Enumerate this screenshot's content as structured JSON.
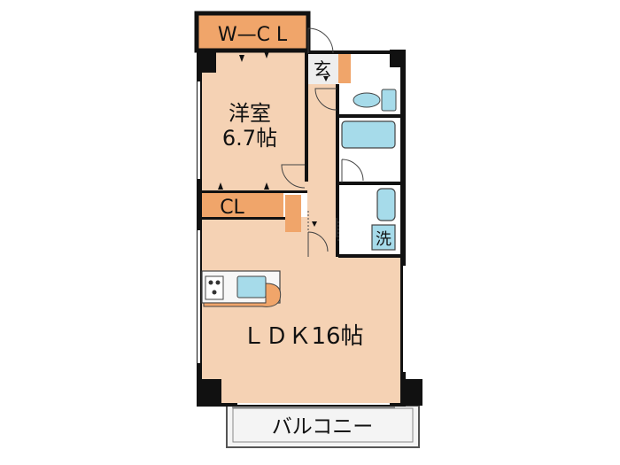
{
  "rooms": {
    "walk_in_closet": {
      "label": "W—C L"
    },
    "western_room": {
      "name": "洋室",
      "size": "6.7帖"
    },
    "entrance": {
      "label": "玄"
    },
    "closet": {
      "label": "CL"
    },
    "ldk": {
      "label": "ＬＤＫ16帖"
    },
    "laundry": {
      "label": "洗"
    },
    "balcony": {
      "label": "バルコニー"
    }
  },
  "colors": {
    "floor": "#f5d2b4",
    "storage": "#f0a56a",
    "wall": "#111111",
    "tile": "#eeeeee",
    "fixture": "#a6dbea",
    "balcony": "#f5f5f5"
  }
}
